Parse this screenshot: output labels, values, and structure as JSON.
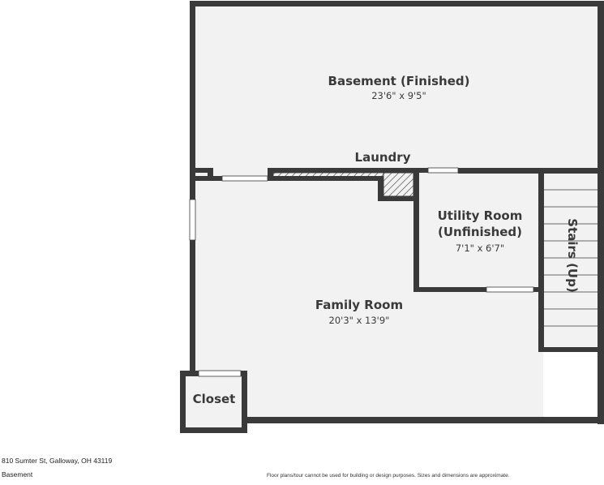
{
  "rooms": {
    "basement": {
      "name": "Basement (Finished)",
      "dims": "23'6\" x 9'5\""
    },
    "laundry": {
      "name": "Laundry"
    },
    "utility": {
      "name_line1": "Utility Room",
      "name_line2": "(Unfinished)",
      "dims": "7'1\" x 6'7\""
    },
    "stairs": {
      "name": "Stairs (Up)"
    },
    "family": {
      "name": "Family Room",
      "dims": "20'3\" x 13'9\""
    },
    "closet": {
      "name": "Closet"
    }
  },
  "footer": {
    "address": "810 Sumter St, Galloway, OH 43119",
    "level": "Basement",
    "disclaimer": "Floor plans/tour cannot be used for building or design purposes. Sizes and dimensions are approximate."
  },
  "colors": {
    "wall": "#3a3a3a",
    "floor": "#f2f2f2",
    "opening": "#ffffff"
  }
}
